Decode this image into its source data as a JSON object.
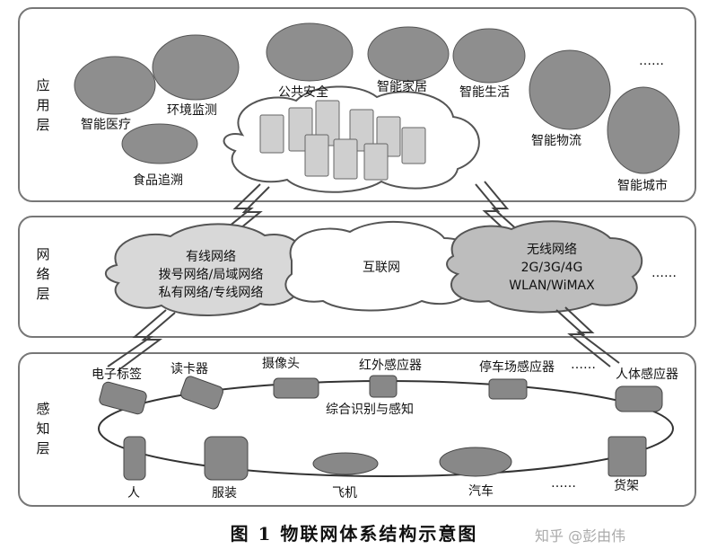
{
  "layers": {
    "application": {
      "label": "应用层"
    },
    "network": {
      "label": "网络层"
    },
    "perception": {
      "label": "感知层"
    }
  },
  "application_items": [
    "智能医疗",
    "环境监测",
    "公共安全",
    "智能家居",
    "智能生活",
    "……",
    "智能物流",
    "智能城市",
    "食品追溯"
  ],
  "network_clouds": {
    "wired": [
      "有线网络",
      "拨号网络/局域网络",
      "私有网络/专线网络"
    ],
    "internet": "互联网",
    "wireless": [
      "无线网络",
      "2G/3G/4G",
      "WLAN/WiMAX"
    ],
    "more": "……"
  },
  "perception_items": {
    "rfid_tag": "电子标签",
    "card_reader": "读卡器",
    "camera": "摄像头",
    "infrared": "红外感应器",
    "parking": "停车场感应器",
    "parking_more": "……",
    "human_sensor": "人体感应器",
    "person": "人",
    "clothing": "服装",
    "plane": "飞机",
    "car": "汽车",
    "bottom_more": "……",
    "shelf": "货架",
    "center": "综合识别与感知"
  },
  "caption": "图 1 物联网体系结构示意图",
  "watermark": "知乎 @彭由伟"
}
